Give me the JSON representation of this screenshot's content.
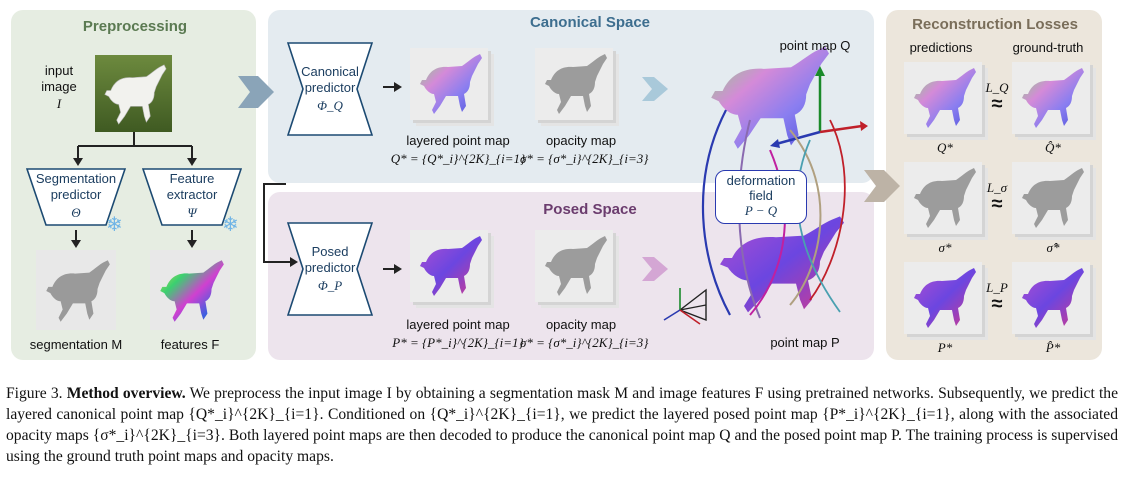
{
  "panels": {
    "preprocessing": "Preprocessing",
    "canonical": "Canonical Space",
    "posed": "Posed Space",
    "losses": "Reconstruction Losses"
  },
  "preprocessing": {
    "input_label": "input",
    "image_label": "image",
    "image_symbol": "I",
    "seg_predictor_line1": "Segmentation",
    "seg_predictor_line2": "predictor",
    "seg_symbol": "Θ",
    "feat_extractor_line1": "Feature",
    "feat_extractor_line2": "extractor",
    "feat_symbol": "Ψ",
    "seg_output": "segmentation M",
    "feat_output": "features F"
  },
  "canonical": {
    "predictor_line1": "Canonical",
    "predictor_line2": "predictor",
    "predictor_symbol": "Φ_Q",
    "layered_label": "layered point map",
    "layered_formula": "Q* = {Q*_i}^{2K}_{i=1}",
    "opacity_label": "opacity map",
    "opacity_formula": "σ* = {σ*_i}^{2K}_{i=3}",
    "pointmap_label": "point map Q"
  },
  "posed": {
    "predictor_line1": "Posed",
    "predictor_line2": "predictor",
    "predictor_symbol": "Φ_P",
    "layered_label": "layered point map",
    "layered_formula": "P* = {P*_i}^{2K}_{i=1}",
    "opacity_label": "opacity map",
    "opacity_formula": "σ* = {σ*_i}^{2K}_{i=3}",
    "pointmap_label": "point map P"
  },
  "deformation": {
    "line1": "deformation",
    "line2": "field",
    "line3": "P − Q"
  },
  "losses": {
    "predictions_header": "predictions",
    "groundtruth_header": "ground-truth",
    "rows": [
      {
        "pred": "Q*",
        "loss": "L_Q",
        "gt": "Q̂*"
      },
      {
        "pred": "σ*",
        "loss": "L_σ",
        "gt": "σ̂*"
      },
      {
        "pred": "P*",
        "loss": "L_P",
        "gt": "P̂*"
      }
    ],
    "approx_symbol": "≈"
  },
  "caption": {
    "fig_label": "Figure 3.",
    "title": "Method overview.",
    "body": "We preprocess the input image I by obtaining a segmentation mask M and image features F using pretrained networks. Subsequently, we predict the layered canonical point map {Q*_i}^{2K}_{i=1}. Conditioned on {Q*_i}^{2K}_{i=1}, we predict the layered posed point map {P*_i}^{2K}_{i=1}, along with the associated opacity maps {σ*_i}^{2K}_{i=3}. Both layered point maps are then decoded to produce the canonical point map Q and the posed point map P. The training process is supervised using the ground truth point maps and opacity maps."
  },
  "colors": {
    "preprocessing_bg": "#e6ede2",
    "canonical_bg": "#e4ebf0",
    "posed_bg": "#ede4ed",
    "losses_bg": "#ece6dc",
    "predictor_stroke": "#1c4a72",
    "canonical_title": "#3d6e8f",
    "posed_title": "#6b3c6e"
  }
}
